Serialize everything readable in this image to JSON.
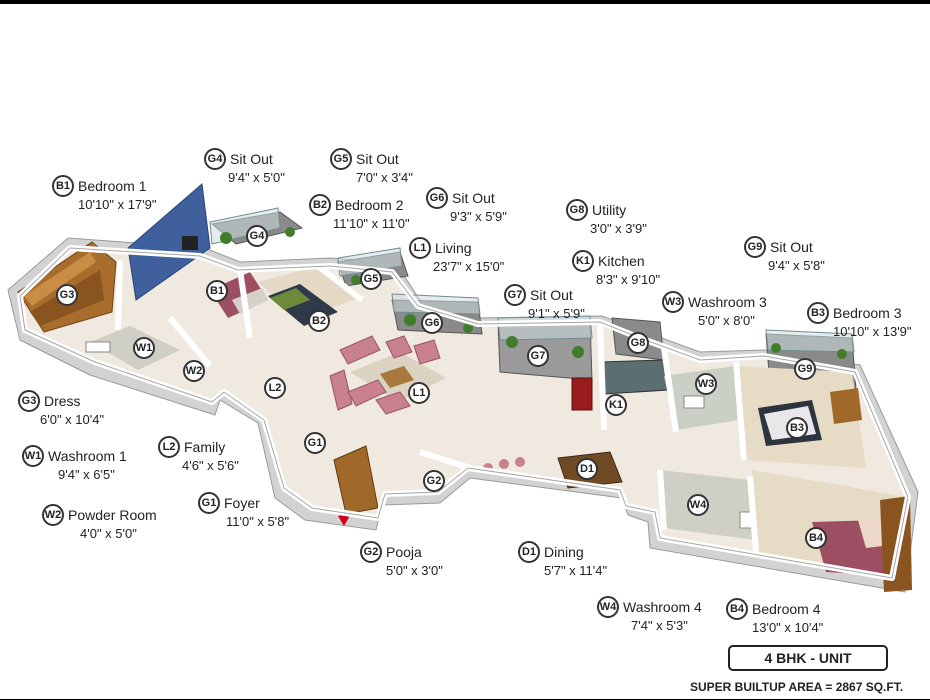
{
  "colors": {
    "frame": "#000000",
    "paper": "#ffffff",
    "floor": "#efe9df",
    "wall": "#f7f7f7",
    "wall_shadow": "#cfcfcf",
    "accent_wall": "#3f5f9d",
    "wood": "#a0692a",
    "sofa": "#c9808f",
    "bedding": "#9c4f62",
    "balcony_tile": "#8a8a8a",
    "label_ink": "#222222"
  },
  "callouts": [
    {
      "code": "B1",
      "name": "Bedroom 1",
      "dim": "10'10\" x 17'9\""
    },
    {
      "code": "G4",
      "name": "Sit Out",
      "dim": "9'4\" x 5'0\""
    },
    {
      "code": "G5",
      "name": "Sit Out",
      "dim": "7'0\" x 3'4\""
    },
    {
      "code": "B2",
      "name": "Bedroom 2",
      "dim": "11'10\" x 11'0\""
    },
    {
      "code": "G6",
      "name": "Sit Out",
      "dim": "9'3\" x 5'9\""
    },
    {
      "code": "G8",
      "name": "Utility",
      "dim": "3'0\" x 3'9\""
    },
    {
      "code": "L1",
      "name": "Living",
      "dim": "23'7\" x 15'0\""
    },
    {
      "code": "K1",
      "name": "Kitchen",
      "dim": "8'3\" x 9'10\""
    },
    {
      "code": "G9",
      "name": "Sit Out",
      "dim": "9'4\" x 5'8\""
    },
    {
      "code": "G7",
      "name": "Sit Out",
      "dim": "9'1\" x 5'9\""
    },
    {
      "code": "W3",
      "name": "Washroom 3",
      "dim": "5'0\" x 8'0\""
    },
    {
      "code": "B3",
      "name": "Bedroom 3",
      "dim": "10'10\" x 13'9\""
    },
    {
      "code": "G3",
      "name": "Dress",
      "dim": "6'0\" x 10'4\""
    },
    {
      "code": "L2",
      "name": "Family",
      "dim": "4'6\" x 5'6\""
    },
    {
      "code": "W1",
      "name": "Washroom 1",
      "dim": "9'4\" x 6'5\""
    },
    {
      "code": "G1",
      "name": "Foyer",
      "dim": "11'0\" x 5'8\""
    },
    {
      "code": "W2",
      "name": "Powder Room",
      "dim": "4'0\" x 5'0\""
    },
    {
      "code": "G2",
      "name": "Pooja",
      "dim": "5'0\" x 3'0\""
    },
    {
      "code": "D1",
      "name": "Dining",
      "dim": "5'7\" x 11'4\""
    },
    {
      "code": "W4",
      "name": "Washroom 4",
      "dim": "7'4\" x 5'3\""
    },
    {
      "code": "B4",
      "name": "Bedroom 4",
      "dim": "13'0\" x 10'4\""
    }
  ],
  "plan_markers": [
    "G3",
    "B1",
    "G4",
    "G5",
    "B2",
    "G6",
    "W1",
    "W2",
    "L2",
    "L1",
    "G7",
    "G8",
    "W3",
    "K1",
    "G9",
    "B3",
    "G1",
    "G2",
    "D1",
    "W4",
    "B4"
  ],
  "unit_label": "4 BHK - UNIT",
  "area_label": "SUPER BUILTUP AREA = 2867 SQ.FT."
}
